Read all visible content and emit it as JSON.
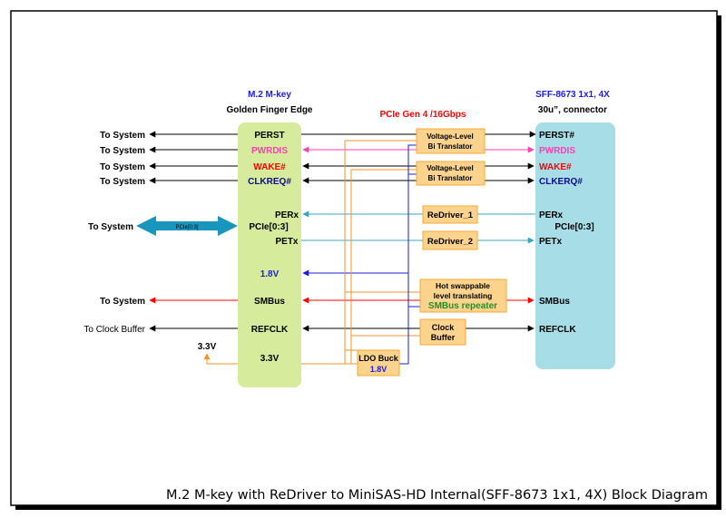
{
  "colors": {
    "frame": "#000000",
    "mkey_box": "#d6ec9c",
    "sff_box": "#a6dde6",
    "block_box": "#fcd38c",
    "block_border": "#f7a933",
    "black_line": "#000000",
    "pink_line": "#ff3db4",
    "cyan_line": "#35a7c4",
    "red_line": "#ff0000",
    "blue_line": "#1c1ce0",
    "orange_line": "#f7922a",
    "bus_arrow": "#1896be",
    "title_blue": "#1a1aff",
    "title_red": "#ff0000",
    "pwrdis_pink": "#ff3db4",
    "wake_red": "#ff0000",
    "clkreq_navy": "#0b0b8a",
    "smbus_green": "#1f8f2a"
  },
  "mkey": {
    "title": "M.2 M-key",
    "subtitle": "Golden Finger Edge",
    "pins": {
      "perst": "PERST",
      "pwrdis": "PWRDIS",
      "wake": "WAKE#",
      "clkreq": "CLKREQ#",
      "perx": "PERx",
      "pcie": "PCIe[0:3]",
      "petx": "PETx",
      "v18": "1.8V",
      "smbus": "SMBus",
      "refclk": "REFCLK",
      "v33": "3.3V"
    }
  },
  "sff": {
    "title": "SFF-8673 1x1, 4X",
    "subtitle": "30u”, connector",
    "pins": {
      "perst": "PERST#",
      "pwrdis": "PWRDIS",
      "wake": "WAKE#",
      "clkreq": "CLKERQ#",
      "perx": "PERx",
      "pcie": "PCIe[0:3]",
      "petx": "PETx",
      "smbus": "SMBus",
      "refclk": "REFCLK"
    }
  },
  "pcie_label": "PCIe Gen 4 /16Gbps",
  "left_labels": {
    "perst": "To System",
    "pwrdis": "To System",
    "wake": "To System",
    "clkreq": "To System",
    "bus": "To System",
    "bus_arrow_text": "PCIe[0:3]",
    "smbus": "To System",
    "refclk": "To Clock Buffer",
    "v33": "3.3V"
  },
  "blocks": {
    "translator1_line1": "Voltage-Level",
    "translator1_line2": "Bi Translator",
    "translator2_line1": "Voltage-Level",
    "translator2_line2": "Bi Translator",
    "redriver1": "ReDriver_1",
    "redriver2": "ReDriver_2",
    "smbus_line1": "Hot swappable",
    "smbus_line2": "level translating",
    "smbus_line3": "SMBus repeater",
    "clock_line1": "Clock",
    "clock_line2": "Buffer",
    "ldo_line1": "LDO Buck",
    "ldo_line2": "1.8V"
  },
  "footer_title": "M.2 M-key with ReDriver to MiniSAS-HD Internal(SFF-8673 1x1, 4X) Block Diagram"
}
